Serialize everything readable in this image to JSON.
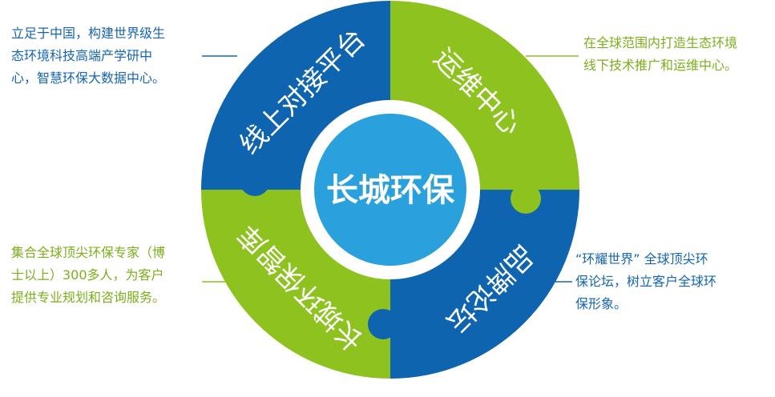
{
  "center": {
    "label": "长城环保"
  },
  "quadrants": {
    "top_left": {
      "label": "线上对接平台"
    },
    "top_right": {
      "label": "运维中心"
    },
    "bottom_right": {
      "label": "品牌论坛"
    },
    "bottom_left": {
      "label": "长城环保智库"
    }
  },
  "notes": {
    "top_left": {
      "lines": [
        "立足于中国，构建世界级生",
        "态环境科技高端产学研中",
        "心，智慧环保大数据中心。"
      ]
    },
    "top_right": {
      "lines": [
        "在全球范围内打造生态环境",
        "线下技术推广和运维中心。"
      ]
    },
    "bottom_left": {
      "lines": [
        "集合全球顶尖环保专家（博",
        "士以上）300多人，为客户",
        "提供专业规划和咨询服务。"
      ]
    },
    "bottom_right": {
      "lines": [
        "“环耀世界” 全球顶尖环",
        "保论坛，树立客户全球环",
        "保形象。"
      ]
    }
  },
  "colors": {
    "blue": "#0f64b0",
    "green": "#8dc21f",
    "center_fill": "#2aa0dc",
    "blue_text": "#1565b0",
    "green_text": "#7cae1c"
  }
}
